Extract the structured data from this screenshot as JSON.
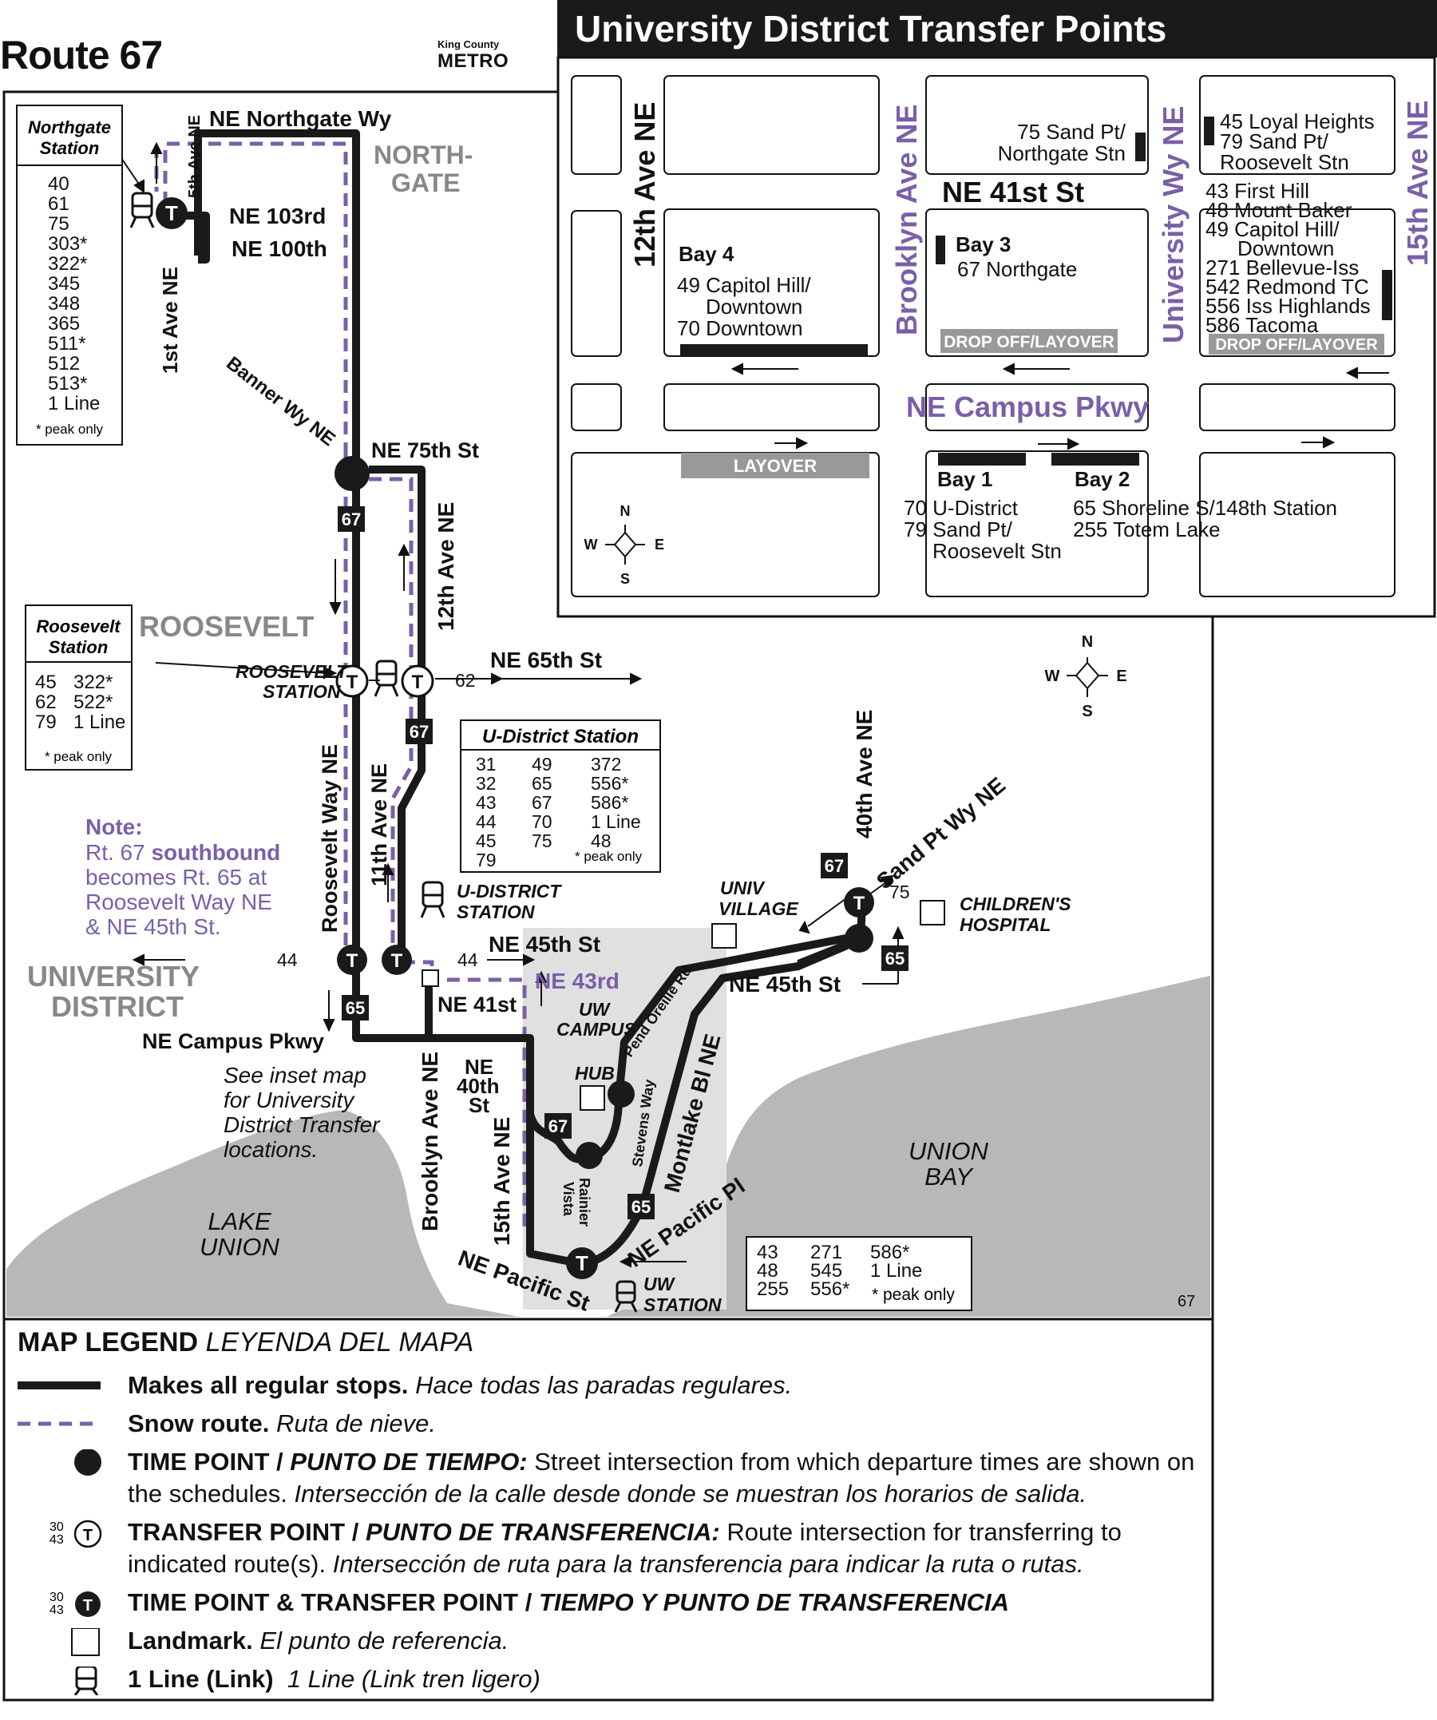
{
  "header": {
    "title": "Route 67",
    "brand_small": "King County",
    "brand_big": "METRO",
    "inset_title": "University District Transfer Points"
  },
  "colors": {
    "route": "#1a1a1a",
    "snow": "#7a5fa8",
    "water": "#b8b8bb",
    "campus": "#e0e0e0",
    "purple_text": "#7a5fa8"
  },
  "inset": {
    "streets": [
      "12th Ave NE",
      "Brooklyn Ave NE",
      "University Wy NE",
      "15th Ave NE",
      "NE 41st St",
      "NE Campus Pkwy"
    ],
    "stop_nw": [
      "75 Sand Pt/",
      "Northgate Stn"
    ],
    "stop_ne": [
      "45 Loyal Heights",
      "79 Sand Pt/",
      "Roosevelt Stn"
    ],
    "bay4": {
      "label": "Bay 4",
      "lines": [
        "49 Capitol Hill/",
        "Downtown",
        "70 Downtown"
      ]
    },
    "bay3": {
      "label": "Bay 3",
      "lines": [
        "67 Northgate"
      ]
    },
    "univ_list": [
      "43 First Hill",
      "48 Mount Baker",
      "49 Capitol Hill/",
      "Downtown",
      "271 Bellevue-Iss",
      "542 Redmond TC",
      "556 Iss Highlands",
      "586 Tacoma"
    ],
    "dropoff": "DROP OFF/LAYOVER",
    "layover": "LAYOVER",
    "bay1": {
      "label": "Bay 1",
      "lines": [
        "70 U-District",
        "79 Sand Pt/",
        "Roosevelt Stn"
      ]
    },
    "bay2": {
      "label": "Bay 2",
      "lines": [
        "65 Shoreline S/148th Station",
        "255 Totem Lake"
      ]
    }
  },
  "compass": {
    "n": "N",
    "s": "S",
    "e": "E",
    "w": "W"
  },
  "map": {
    "streets": {
      "ne_northgate_wy": "NE Northgate Wy",
      "fifth_ave": "5th Ave NE",
      "ne_103rd": "NE 103rd",
      "ne_100th": "NE 100th",
      "first_ave": "1st Ave NE",
      "banner_wy": "Banner Wy NE",
      "ne_75th": "NE 75th St",
      "twelfth_ave": "12th Ave NE",
      "ne_65th": "NE 65th St",
      "roosevelt_wy": "Roosevelt Way NE",
      "eleventh_ave": "11th Ave NE",
      "ne_45th": "NE 45th St",
      "ne_43rd": "NE 43rd",
      "ne_41st": "NE 41st",
      "campus_pkwy": "NE Campus Pkwy",
      "brooklyn": "Brooklyn Ave NE",
      "ne_40th_a": "NE",
      "ne_40th_b": "40th",
      "ne_40th_c": "St",
      "fifteenth": "15th Ave NE",
      "pacific_st": "NE Pacific St",
      "pacific_pl": "NE Pacific Pl",
      "montlake": "Montlake Bl NE",
      "stevens": "Stevens Way",
      "rainier_a": "Rainier",
      "rainier_b": "Vista",
      "pend_oreille": "Pend Oreille Rd",
      "ne_45th_e": "NE 45th St",
      "fortieth": "40th Ave NE",
      "sand_pt": "Sand Pt Wy NE"
    },
    "areas": {
      "northgate_a": "NORTH-",
      "northgate_b": "GATE",
      "roosevelt": "ROOSEVELT",
      "udist_a": "UNIVERSITY",
      "udist_b": "DISTRICT",
      "lake_a": "LAKE",
      "lake_b": "UNION",
      "bay_a": "UNION",
      "bay_b": "BAY"
    },
    "landmarks": {
      "uw_a": "UW",
      "uw_b": "CAMPUS",
      "hub": "HUB",
      "univ_a": "UNIV",
      "univ_b": "VILLAGE",
      "child_a": "CHILDREN'S",
      "child_b": "HOSPITAL",
      "rs_a": "ROOSEVELT",
      "rs_b": "STATION",
      "ud_a": "U-DISTRICT",
      "ud_b": "STATION",
      "uw_st_a": "UW",
      "uw_st_b": "STATION"
    },
    "route_badges": [
      "67",
      "65"
    ],
    "transfer_labels": {
      "r62": "62",
      "r44w": "44",
      "r44e": "44",
      "r75": "75"
    },
    "note": {
      "head": "Note:",
      "l1a": "Rt. 67 ",
      "l1b": "southbound",
      "l2": "becomes Rt. 65 at",
      "l3": "Roosevelt Way NE",
      "l4": "& NE 45th St."
    },
    "see_inset": [
      "See inset map",
      "for University",
      "District Transfer",
      "locations."
    ],
    "map_id": "67"
  },
  "stations": {
    "northgate": {
      "title_a": "Northgate",
      "title_b": "Station",
      "routes": [
        "40",
        "61",
        "75",
        "303*",
        "322*",
        "345",
        "348",
        "365",
        "511*",
        "512",
        "513*",
        "1 Line"
      ],
      "note": "* peak only"
    },
    "roosevelt": {
      "title_a": "Roosevelt",
      "title_b": "Station",
      "routes": [
        "45",
        "322*",
        "62",
        "522*",
        "79",
        "1 Line"
      ],
      "note": "* peak only"
    },
    "udistrict": {
      "title": "U-District Station",
      "routes": [
        "31",
        "49",
        "372",
        "32",
        "65",
        "556*",
        "43",
        "67",
        "586*",
        "44",
        "70",
        "1 Line",
        "45",
        "75",
        "48",
        "79"
      ],
      "note": "* peak only"
    },
    "uw": {
      "routes": [
        "43",
        "271",
        "586*",
        "48",
        "545",
        "1 Line",
        "255",
        "556*"
      ],
      "note": "* peak only"
    }
  },
  "legend": {
    "title_en": "MAP LEGEND",
    "title_es": "LEYENDA DEL MAPA",
    "items": [
      {
        "en": "Makes all regular stops.",
        "es": "Hace todas las paradas regulares."
      },
      {
        "en": "Snow route.",
        "es": "Ruta de nieve."
      },
      {
        "en": "TIME POINT / ",
        "en2": "PUNTO DE TIEMPO:",
        "desc": " Street intersection from which departure times are shown on the schedules.",
        "es": "Intersección de la calle desde donde se muestran los horarios de salida."
      },
      {
        "en": "TRANSFER POINT / ",
        "en2": "PUNTO DE TRANSFERENCIA:",
        "desc": " Route intersection for transferring to indicated route(s).",
        "es": "Intersección de ruta para la transferencia para indicar la ruta o rutas."
      },
      {
        "en": "TIME POINT & TRANSFER POINT / ",
        "en2": "TIEMPO Y PUNTO DE TRANSFERENCIA"
      },
      {
        "en": "Landmark.",
        "es": "El punto de referencia."
      },
      {
        "en": "1 Line (Link)",
        "es": "1 Line (Link tren ligero)"
      }
    ],
    "sym_numbers": [
      "30",
      "43"
    ],
    "sym_t": "T"
  }
}
